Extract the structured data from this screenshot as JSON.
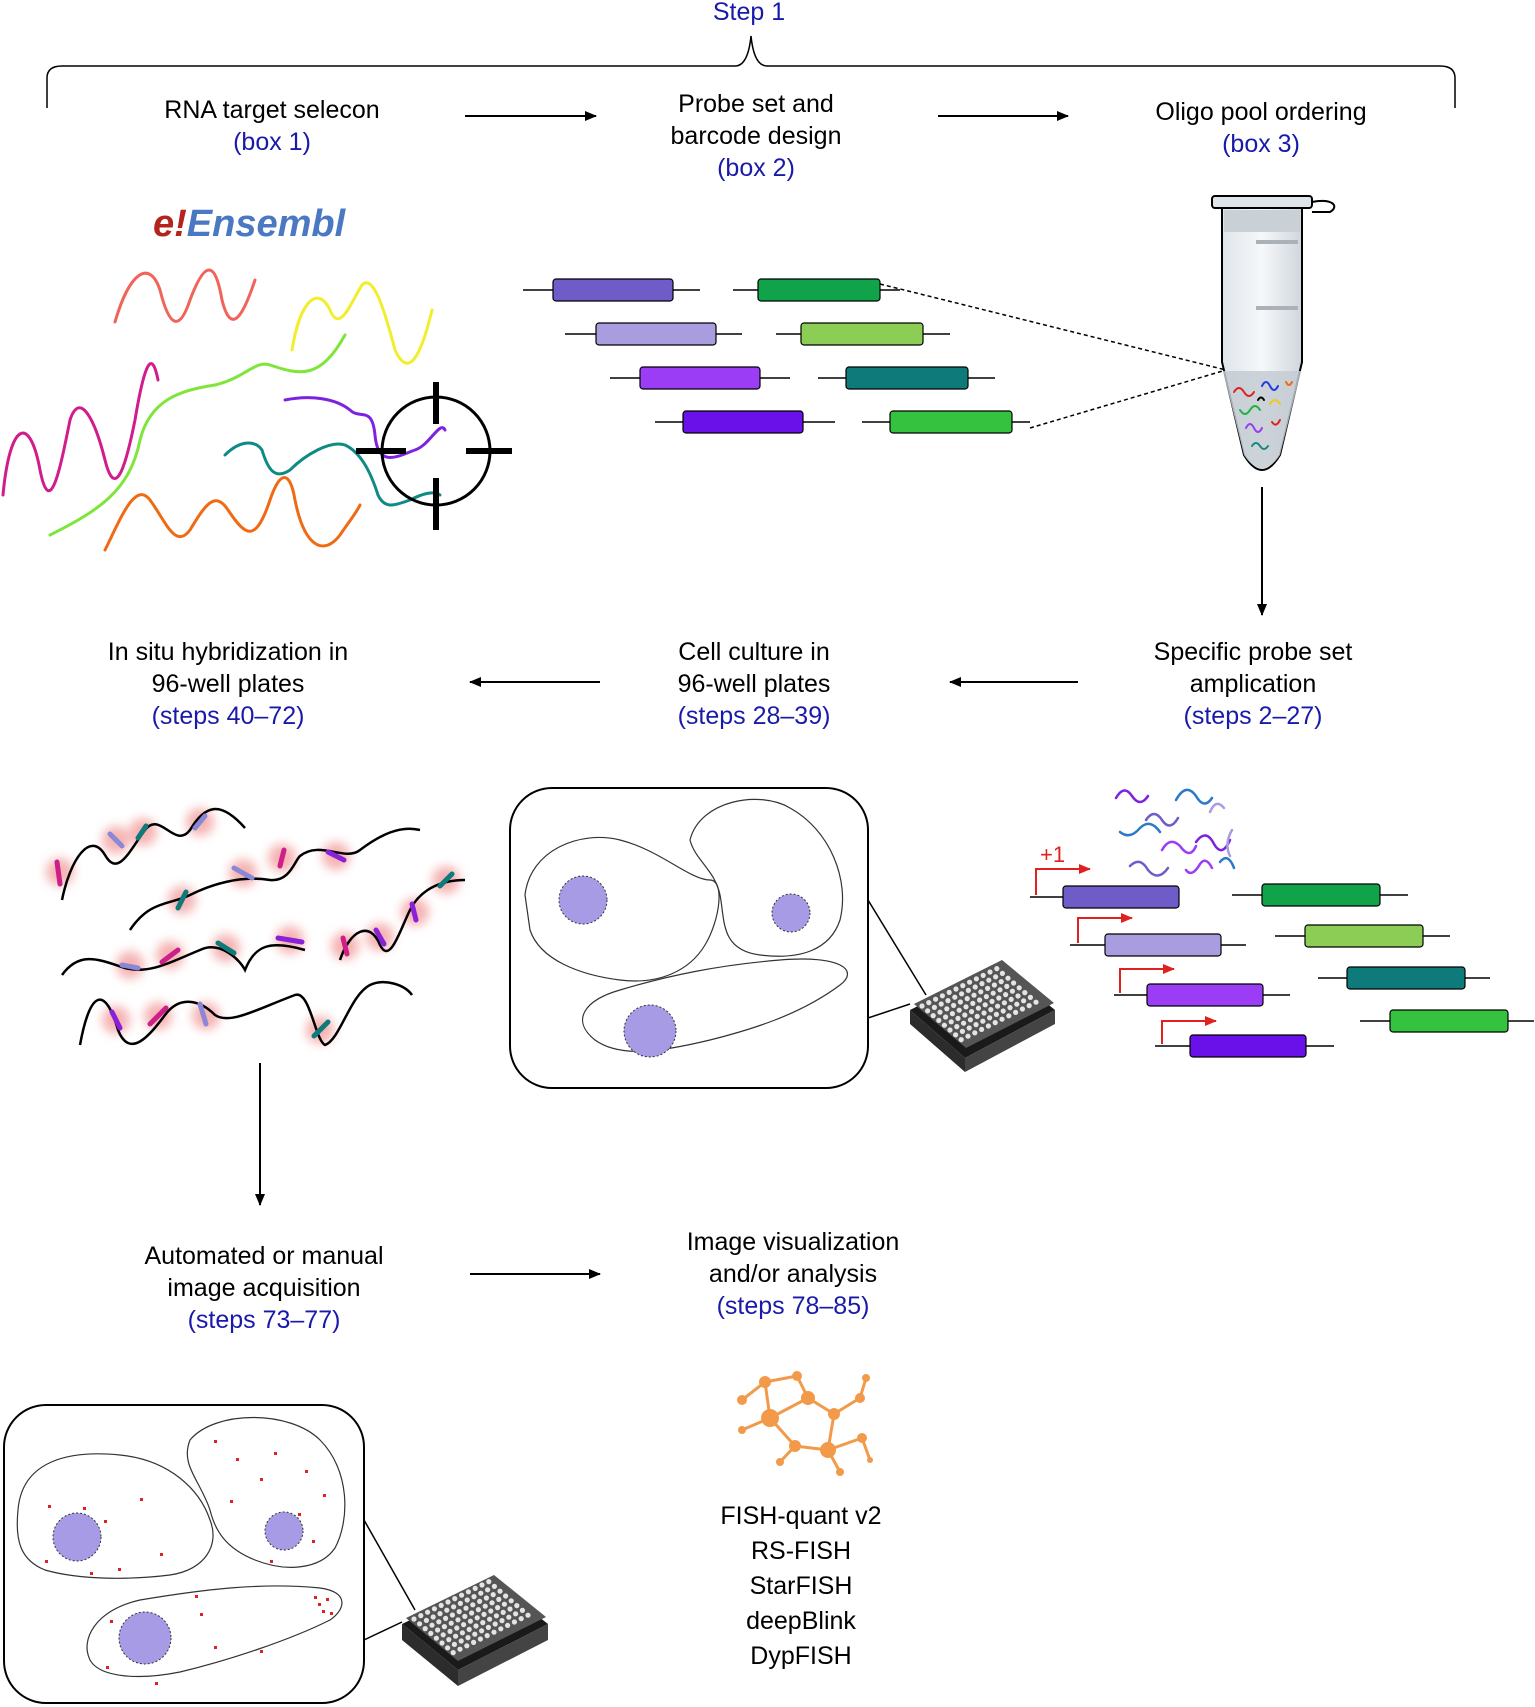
{
  "header": {
    "step_label": "Step 1"
  },
  "stages": {
    "rna_target": {
      "title": "RNA target selecon",
      "ref": "(box 1)"
    },
    "probe_design": {
      "title_line1": "Probe set and",
      "title_line2": "barcode design",
      "ref": "(box 2)"
    },
    "oligo_pool": {
      "title": "Oligo pool ordering",
      "ref": "(box 3)"
    },
    "amplification": {
      "title_line1": "Specific probe set",
      "title_line2": "amplication",
      "ref": "(steps 2–27)"
    },
    "cell_culture": {
      "title_line1": "Cell culture in",
      "title_line2": "96-well plates",
      "ref": "(steps 28–39)"
    },
    "hybridization": {
      "title_line1": "In situ hybridization in",
      "title_line2": "96-well plates",
      "ref": "(steps 40–72)"
    },
    "acquisition": {
      "title_line1": "Automated or manual",
      "title_line2": "image acquisition",
      "ref": "(steps 73–77)"
    },
    "analysis": {
      "title_line1": "Image visualization",
      "title_line2": "and/or analysis",
      "ref": "(steps 78–85)"
    }
  },
  "logo": {
    "prefix": "e!",
    "name": "Ensembl"
  },
  "promoter_label": "+1",
  "tools": [
    "FISH-quant v2",
    "RS-FISH",
    "StarFISH",
    "deepBlink",
    "DypFISH"
  ],
  "colors": {
    "ref_text": "#1a1aaa",
    "probe_purples": [
      "#6f5cc9",
      "#a99de0",
      "#9a3df5",
      "#6a10e8"
    ],
    "probe_greens": [
      "#10a34a",
      "#8cce55",
      "#0f7a7a",
      "#34c23f"
    ],
    "nucleus": "#a89be6",
    "spot": "#e0211f",
    "glow": "#f4a6a6"
  }
}
